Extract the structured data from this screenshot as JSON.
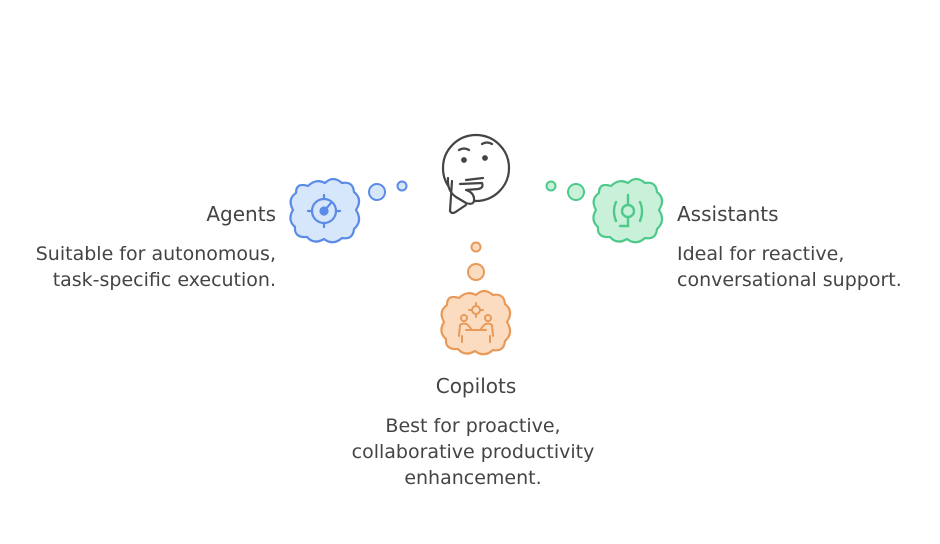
{
  "diagram": {
    "center": {
      "icon": "thinking-face-icon"
    },
    "agents": {
      "title": "Agents",
      "desc_lines": [
        "Suitable for autonomous,",
        "task-specific execution."
      ],
      "icon": "target-gauge-icon",
      "color_fill": "#d6e6fb",
      "color_stroke": "#5b8be6"
    },
    "assistants": {
      "title": "Assistants",
      "desc_lines": [
        "Ideal for reactive,",
        "conversational support."
      ],
      "icon": "headset-icon",
      "color_fill": "#c9f1da",
      "color_stroke": "#4fc98a"
    },
    "copilots": {
      "title": "Copilots",
      "desc_lines": [
        "Best for proactive,",
        "collaborative productivity",
        "enhancement."
      ],
      "icon": "collaboration-icon",
      "color_fill": "#fcdcc0",
      "color_stroke": "#e89a5a"
    }
  }
}
